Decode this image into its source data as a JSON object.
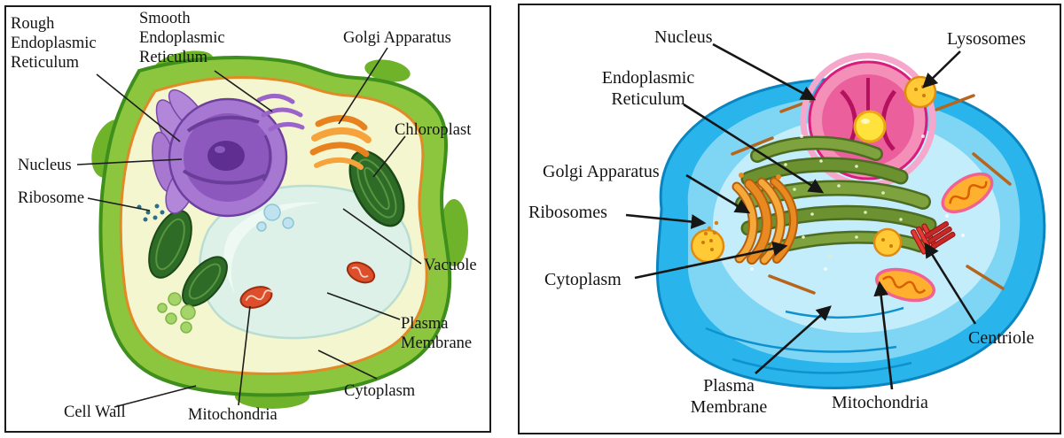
{
  "left": {
    "labels": {
      "rough_er": "Rough\nEndoplasmic\nReticulum",
      "smooth_er": "Smooth\nEndoplasmic\nReticulum",
      "golgi": "Golgi Apparatus",
      "chloroplast": "Chloroplast",
      "nucleus": "Nucleus",
      "ribosome": "Ribosome",
      "vacuole": "Vacuole",
      "plasma_membrane": "Plasma\nMembrane",
      "cytoplasm": "Cytoplasm",
      "cell_wall": "Cell Wall",
      "mitochondria": "Mitochondria"
    }
  },
  "right": {
    "labels": {
      "nucleus": "Nucleus",
      "lysosomes": "Lysosomes",
      "er": "Endoplasmic\nReticulum",
      "golgi": "Golgi Apparatus",
      "ribosomes": "Ribosomes",
      "cytoplasm": "Cytoplasm",
      "plasma_membrane": "Plasma\nMembrane",
      "mitochondria": "Mitochondria",
      "centriole": "Centriole"
    }
  }
}
